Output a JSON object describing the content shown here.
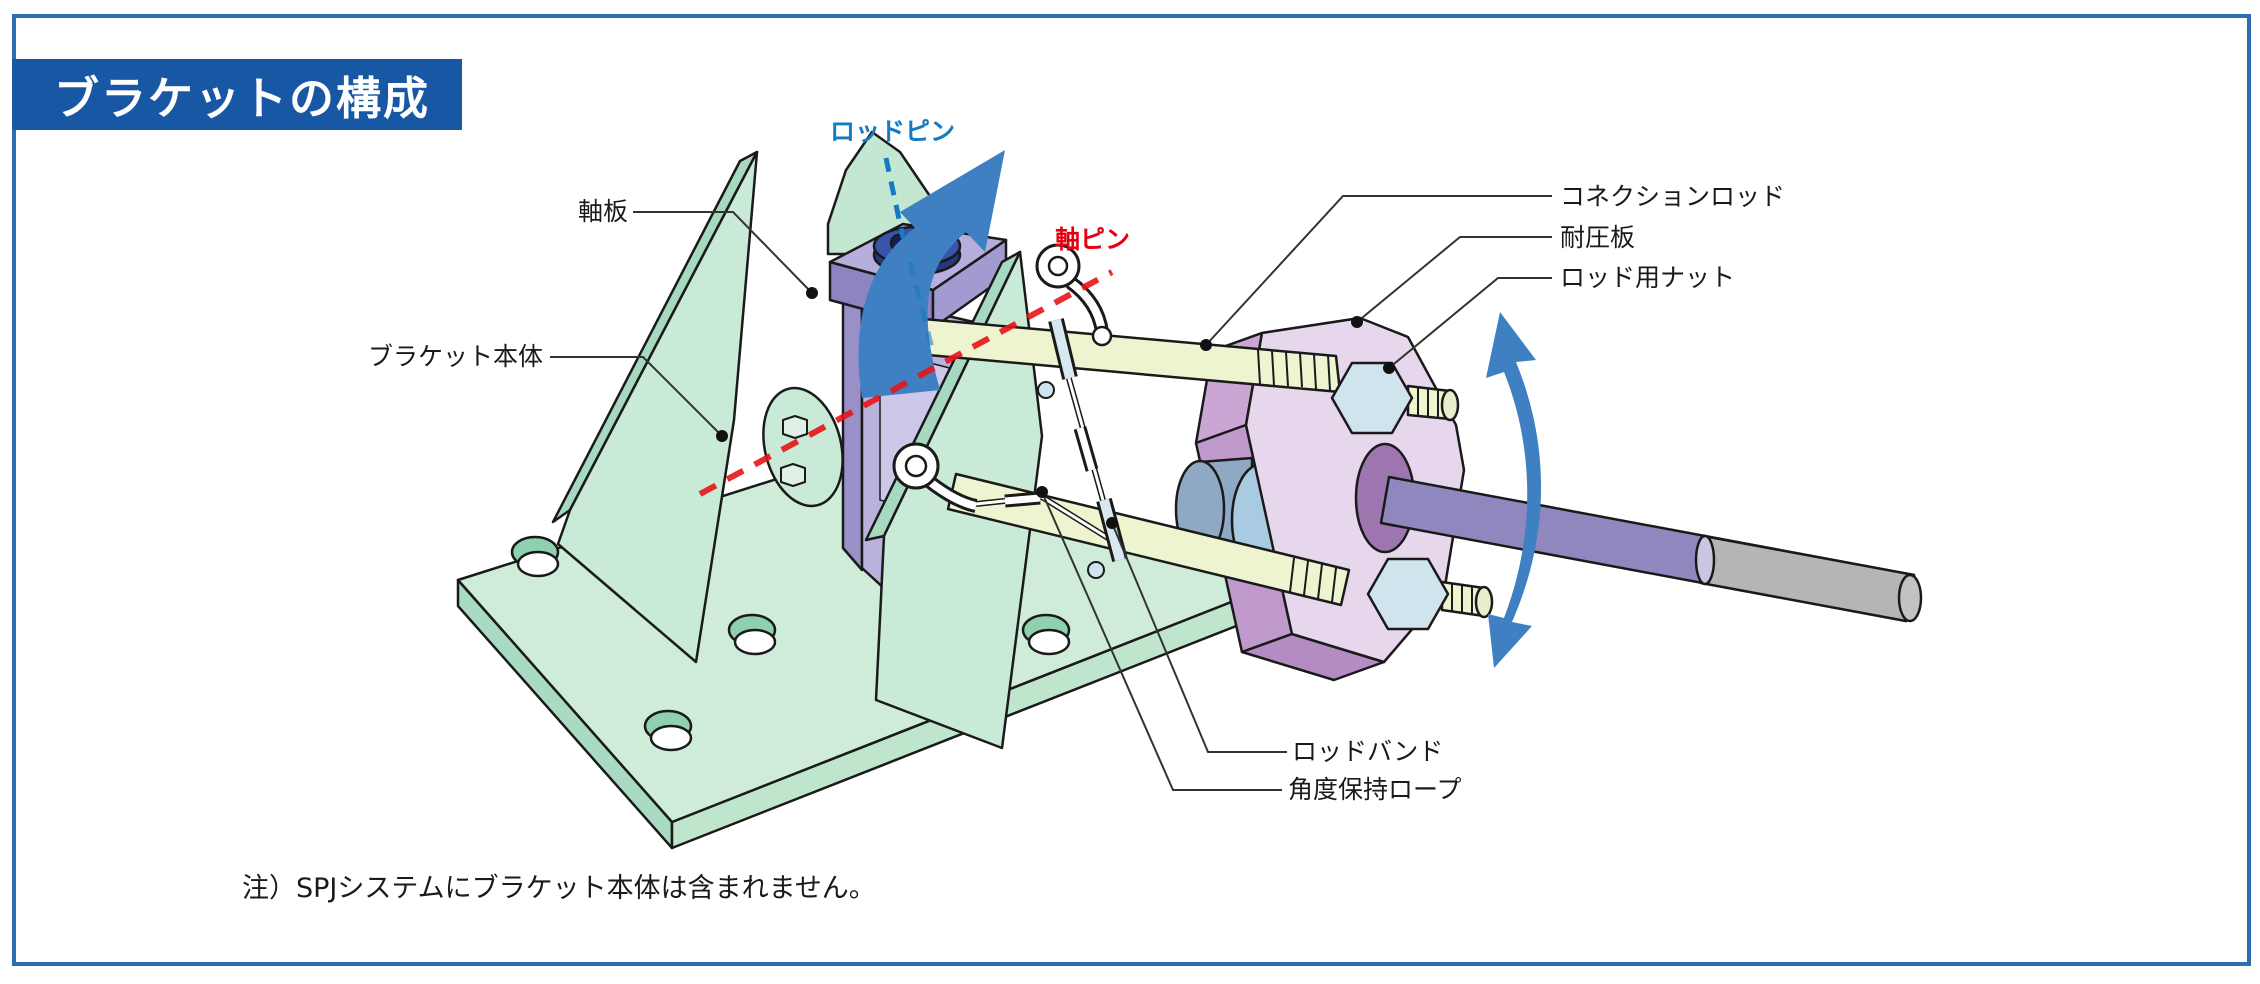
{
  "title": {
    "text": "ブラケットの構成",
    "bg_color": "#1857a4",
    "text_color": "#ffffff"
  },
  "note": {
    "text": "注）SPJシステムにブラケット本体は含まれません。"
  },
  "labels": {
    "rod_pin": {
      "text": "ロッドピン",
      "color": "#157ac1",
      "line_style": "dashed-blue"
    },
    "shaft_plate": {
      "text": "軸板",
      "color": "#1a1a1a"
    },
    "shaft_pin": {
      "text": "軸ピン",
      "color": "#e60012",
      "line_style": "dashed-red"
    },
    "bracket_body": {
      "text": "ブラケット本体",
      "color": "#1a1a1a"
    },
    "connection_rod": {
      "text": "コネクションロッド",
      "color": "#1a1a1a"
    },
    "pressure_plate": {
      "text": "耐圧板",
      "color": "#1a1a1a"
    },
    "rod_nut": {
      "text": "ロッド用ナット",
      "color": "#1a1a1a"
    },
    "rod_band": {
      "text": "ロッドバンド",
      "color": "#1a1a1a"
    },
    "angle_rope": {
      "text": "角度保持ロープ",
      "color": "#1a1a1a"
    }
  },
  "colors": {
    "frame_border": "#2e6db4",
    "bracket_green_light": "#cfecd9",
    "bracket_green_mid": "#bfe6cd",
    "bracket_green_dark": "#a6d9bf",
    "shaft_plate_lavender": "#b9b2dc",
    "shaft_plate_dark": "#8d84c2",
    "cap_navy": "#2c3f8f",
    "rod_cream": "#eef3d0",
    "pressure_plate_pink": "#e7d7ec",
    "pressure_plate_side": "#c9a6d4",
    "nut_blue": "#cfe4ed",
    "center_rod_purple": "#8f88be",
    "center_rod_gray": "#b5b5b5",
    "arrow_blue": "#3f80c2",
    "axis_red": "#e8151a",
    "axis_blue": "#157ac1"
  }
}
